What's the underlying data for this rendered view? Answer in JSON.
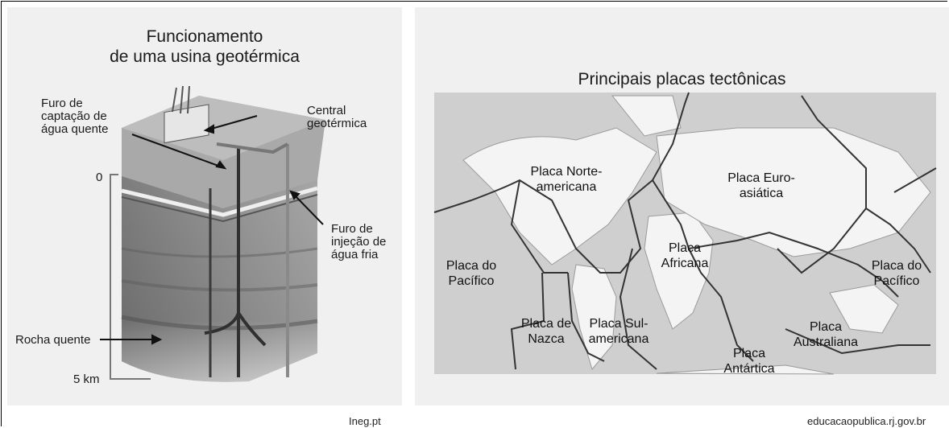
{
  "geothermal": {
    "title_line1": "Funcionamento",
    "title_line2": "de uma usina geotérmica",
    "labels": {
      "hot_well": "Furo de captação de água quente",
      "central": "Central geotérmica",
      "injection": "Furo de injeção de água fria",
      "hot_rock": "Rocha quente",
      "depth_top": "0",
      "depth_bottom": "5 km"
    },
    "credit": "Ineg.pt"
  },
  "plates": {
    "title": "Principais placas tectônicas",
    "labels": {
      "north_american": "Placa Norte-americana",
      "eurasian": "Placa Euro-asiática",
      "pacific_west": "Placa do Pacífico",
      "pacific_east": "Placa do Pacífico",
      "african": "Placa Africana",
      "nazca": "Placa de Nazca",
      "south_american": "Placa Sul-americana",
      "australian": "Placa Australiana",
      "antarctic": "Placa Antártica"
    },
    "credit": "educacaopublica.rj.gov.br"
  }
}
